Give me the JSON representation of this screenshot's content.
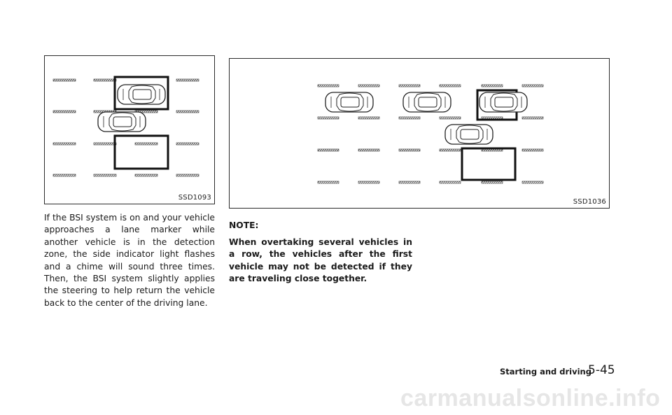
{
  "figures": {
    "left": {
      "code": "SSD1093"
    },
    "right": {
      "code": "SSD1036"
    }
  },
  "left_column": {
    "paragraph": "If the BSI system is on and your vehicle approaches a lane marker while another vehicle is in the detection zone, the side indicator light flashes and a chime will sound three times. Then, the BSI system slightly applies the steering to help return the vehicle back to the center of the driving lane."
  },
  "right_column": {
    "note_title": "NOTE:",
    "note_text": "When overtaking several vehicles in a row, the vehicles after the first vehicle may not be detected if they are traveling close together."
  },
  "footer": {
    "section": "Starting and driving",
    "page": "5-45"
  },
  "watermark": "carmanualsonline.info"
}
